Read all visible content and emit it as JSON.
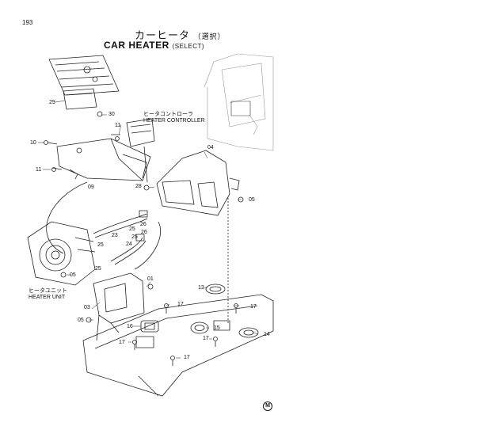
{
  "page_number": "193",
  "title": {
    "japanese": "カーヒータ",
    "japanese_sub": "（選択）",
    "english": "CAR HEATER",
    "english_sub": "(SELECT)"
  },
  "callouts": {
    "heater_controller_jp": "ヒータコントローラ",
    "heater_controller_en": "HEATER CONTROLLER",
    "heater_unit_jp": "ヒータユニット",
    "heater_unit_en": "HEATER UNIT"
  },
  "part_numbers": [
    "29",
    "30",
    "11",
    "10",
    "11",
    "09",
    "28",
    "04",
    "05",
    "26",
    "25",
    "23",
    "24",
    "25",
    "26",
    "25",
    "25",
    "05",
    "01",
    "13",
    "03",
    "17",
    "17",
    "05",
    "16",
    "15",
    "17",
    "14",
    "17",
    "17"
  ],
  "footer_mark": "M"
}
